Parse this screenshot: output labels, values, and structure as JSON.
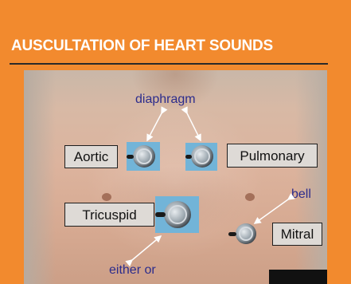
{
  "slide": {
    "title": "AUSCULTATION OF HEART SOUNDS",
    "colors": {
      "background": "#f28a2e",
      "title": "#ffffff",
      "label_box": "#dedad6",
      "annotation_text": "#2c2c8c",
      "stethoscope_backdrop": "#72b4d8"
    }
  },
  "labels": {
    "aortic": "Aortic",
    "pulmonary": "Pulmonary",
    "tricuspid": "Tricuspid",
    "mitral": "Mitral"
  },
  "annotations": {
    "diaphragm": "diaphragm",
    "bell": "bell",
    "either_or": "either or"
  },
  "icons": {
    "aortic": "stethoscope-diaphragm-icon",
    "pulmonary": "stethoscope-diaphragm-icon",
    "tricuspid": "stethoscope-chestpiece-icon",
    "mitral": "stethoscope-bell-icon"
  }
}
